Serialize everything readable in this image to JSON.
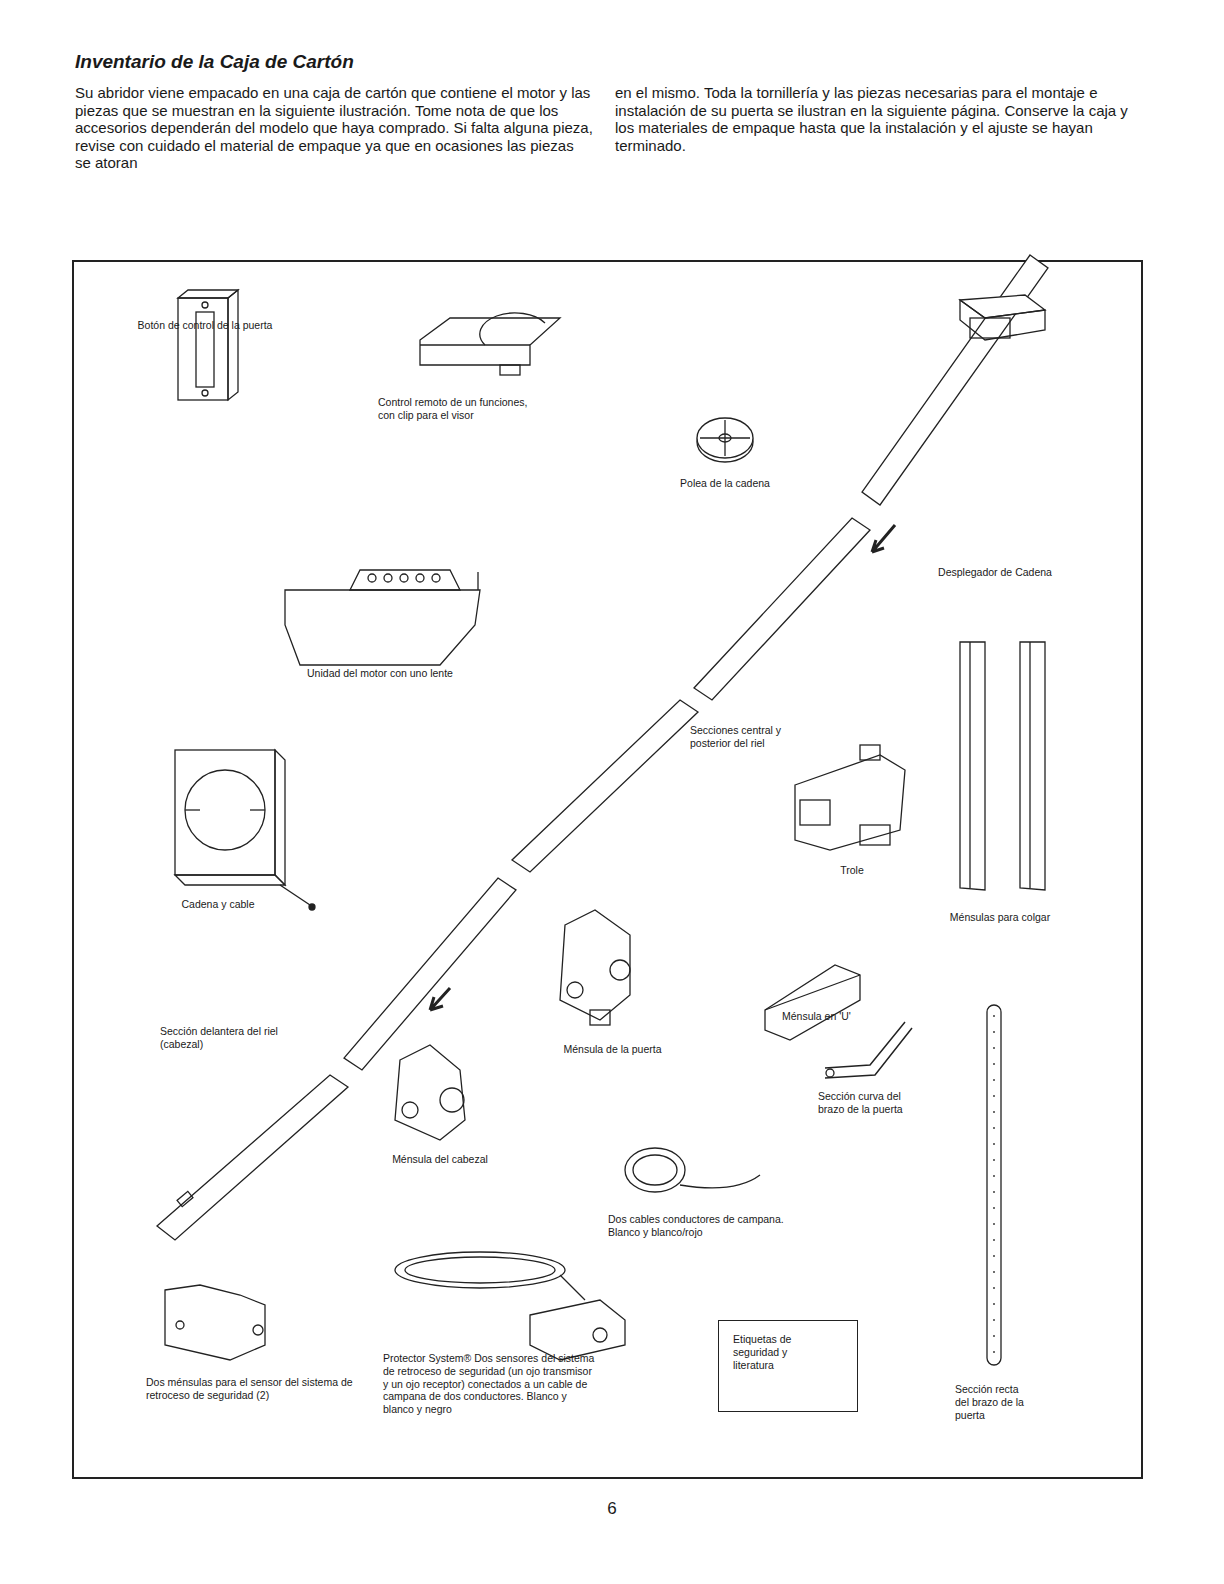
{
  "diagram": {
    "title": "Inventario de la Caja de Cartón",
    "nodes": [
      {
        "text": [
          "Etiquetas de seguridad y literatura"
        ]
      }
    ],
    "labels": [
      "Su abridor viene empacado en una caja de cartón que contiene el motor y las piezas que se muestran en la siguiente ilustración. Tome nota de que los accesorios dependerán del modelo que haya comprado. Si falta alguna pieza, revise con cuidado el material de empaque ya que en ocasiones las piezas se atoran",
      "en el mismo. Toda la tornillería y las piezas necesarias para el montaje e instalación de su puerta se ilustran en la siguiente página. Conserve la caja y los materiales de empaque hasta que la instalación y el ajuste se hayan terminado.",
      "Botón de control de la puerta",
      "Control remoto de un funciones, con clip para el visor",
      "Polea de la cadena",
      "Unidad del motor con uno lente",
      "Desplegador de Cadena",
      "Secciones central y posterior del riel",
      "Trole",
      "Cadena y cable",
      "Ménsulas para colgar",
      "Sección delantera del riel (cabezal)",
      "Ménsula de la puerta",
      "Ménsula en 'U'",
      "Sección curva del brazo de la puerta",
      "Ménsula del cabezal",
      "Dos cables conductores de campana. Blanco y blanco/rojo",
      "Dos ménsulas para el sensor del sistema de retroceso de seguridad (2)",
      "Protector System® Dos sensores del sistema de retroceso de seguridad (un ojo transmisor y un ojo receptor) conectados a un cable de campana de dos conductores. Blanco y blanco y negro",
      "Sección recta del brazo de la puerta",
      "6"
    ]
  }
}
